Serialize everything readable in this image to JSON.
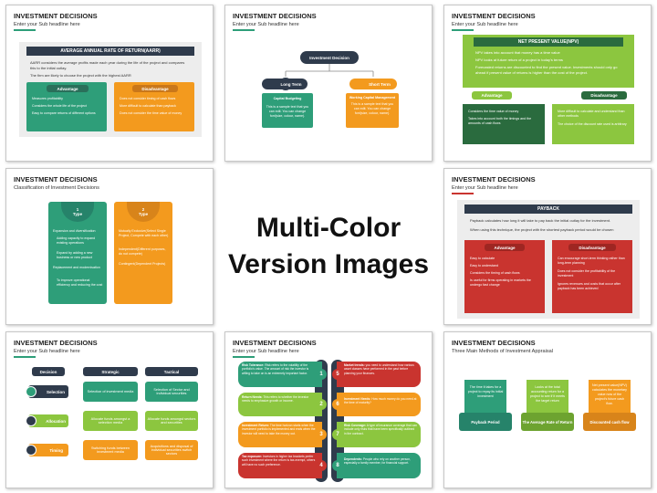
{
  "center": {
    "line1": "Multi-Color",
    "line2": "Version Images"
  },
  "slides": {
    "s1": {
      "title": "INVESTMENT DECISIONS",
      "sub": "Enter your Sub headline here",
      "header": "AVERAGE ANNUAL RATE OF RETURN(AARR)",
      "p1": "AARR considers the average profits made each year during the life of the project and compares this to the initial outlay.",
      "p2": "The firm are likely to choose the project with the highest AARR",
      "adv": "Advantage",
      "dis": "Disadvantage",
      "adv_items": [
        "Measures profitability",
        "Considers the whole life of the project",
        "Easy to compare returns of different options"
      ],
      "dis_items": [
        "Does not consider timing of cash flows",
        "More difficult to calculate than payback",
        "Does not consider the time value of money"
      ]
    },
    "s2": {
      "title": "INVESTMENT DECISIONS",
      "sub": "Enter your Sub headline here",
      "root": "Investment Decision",
      "long": "Long Term",
      "short": "Short Term",
      "lbox_title": "Capital Budgeting",
      "lbox_text": "This is a sample text that you can edit. You can change font(size, colour, name).",
      "rbox_title": "Working Capital Management",
      "rbox_text": "This is a sample text that you can edit. You can change font(size, colour, name)."
    },
    "s3": {
      "title": "INVESTMENT DECISIONS",
      "sub": "Enter your Sub headline here",
      "header": "NET PRESENT VALUE(NPV)",
      "items": [
        "NPV takes into account that money has a time value",
        "NPV looks at future return of a project in today's terms",
        "Forecasted returns are discounted to find the present value. Investments should only go ahead if present value of returns is higher than the cost of the project."
      ],
      "adv": "Advantage",
      "dis": "Disadvantage",
      "adv_items": [
        "Considers the time value of money",
        "Takes into account both the timings and the amounts of cash flows"
      ],
      "dis_items": [
        "More difficult to calculate and understand than other methods",
        "The choice of the discount rate used is arbitrary"
      ]
    },
    "s4": {
      "title": "INVESTMENT DECISIONS",
      "sub": "Classification of Investment Decisions",
      "t1_num": "1",
      "t1_label": "Type",
      "t2_num": "2",
      "t2_label": "Type",
      "t1_items": [
        "Expansion and diversification",
        "Adding capacity to expand existing operations",
        "Expand by adding a new business or new product",
        "Replacement and modernisation",
        "To improve operational efficiency and reducing the cost"
      ],
      "t2_items": [
        "Mutually Exclusive(Select Single Project, Compete with each other)",
        "Independent(Different purposes, do not compete)",
        "Contingent(Dependent Projects)"
      ]
    },
    "s5": {
      "title": "INVESTMENT DECISIONS",
      "sub": "Enter your Sub headline here",
      "header": "PAYBACK",
      "items": [
        "Payback calculates how long it will take to pay back the initial outlay for the investment.",
        "When using this technique, the project with the shortest payback period would be chosen"
      ],
      "adv": "Advantage",
      "dis": "Disadvantage",
      "adv_items": [
        "Easy to calculate",
        "Easy to understand",
        "Considers the timing of cash flows",
        "Is useful for firms operating in markets the undergo fast change"
      ],
      "dis_items": [
        "Can encourage short-term thinking rather than long-term planning",
        "Does not consider the profitability of the investment",
        "Ignores revenues and costs that occur after payback has been achieved"
      ]
    },
    "s6": {
      "title": "INVESTMENT DECISIONS",
      "sub": "Enter your Sub headline here",
      "col1": "Decision",
      "col2": "Strategic",
      "col3": "Tactical",
      "rows": [
        {
          "name": "Selection",
          "strategic": "Selection of investment media",
          "tactical": "Selection of Sector and individual securities"
        },
        {
          "name": "Allocation",
          "strategic": "Allocate funds amongst a selection media",
          "tactical": "Allocate funds amongst sectors and securities"
        },
        {
          "name": "Timing",
          "strategic": "Switching funds between investment media",
          "tactical": "Acquisitions and disposal of individual securities switch sectors"
        }
      ]
    },
    "s7": {
      "title": "INVESTMENT DECISIONS",
      "sub": "Enter your Sub headline here",
      "left": [
        {
          "n": "1",
          "head": "Risk Tolerance:",
          "text": "Risk refers to the volatility of the portfolio's value. The amount of risk the investor is willing to take on is an extremely important factor."
        },
        {
          "n": "2",
          "head": "Return Needs:",
          "text": "This refers to whether the investor needs to emphasize growth or income."
        },
        {
          "n": "3",
          "head": "Investment Return:",
          "text": "The time horizon starts when the investment portfolio is implemented and ends when the investor will need to take the money out."
        },
        {
          "n": "4",
          "head": "Tax exposure:",
          "text": "Investors in higher tax brackets prefer such investment where the return is tax-exempt, others will have no such preference."
        }
      ],
      "right": [
        {
          "n": "5",
          "head": "Market trends:",
          "text": "you need to understand how various asset classes have performed in the past before planning your finances."
        },
        {
          "n": "6",
          "head": "Investment Needs:",
          "text": "How much money do you need at the time of maturity?"
        },
        {
          "n": "7",
          "head": "Risk Coverage:",
          "text": "A type of insurance coverage that can include only risks that have been specifically outlined in the contract."
        },
        {
          "n": "8",
          "head": "Dependents:",
          "text": "People who rely on another person, especially a family member, for financial support."
        }
      ]
    },
    "s8": {
      "title": "INVESTMENT DECISIONS",
      "sub": "Three Main Methods of Investment Appraisal",
      "cards": [
        {
          "text": "The time it takes for a project to repay its initial investment",
          "label": "Payback Period"
        },
        {
          "text": "Looks at the total accounting return for a project to see if it meets the target return",
          "label": "The Average Rate of Return"
        },
        {
          "text": "Net present value(NPV) calculates the monetary value now of the project's future cash flow.",
          "label": "Discounted cash flow"
        }
      ]
    }
  },
  "colors": {
    "green": "#2e9e79",
    "orange": "#f39a1e",
    "navy": "#1f3a52",
    "gray": "#7c7c7c",
    "red": "#c9342f",
    "lightgreen": "#8cc63f"
  }
}
